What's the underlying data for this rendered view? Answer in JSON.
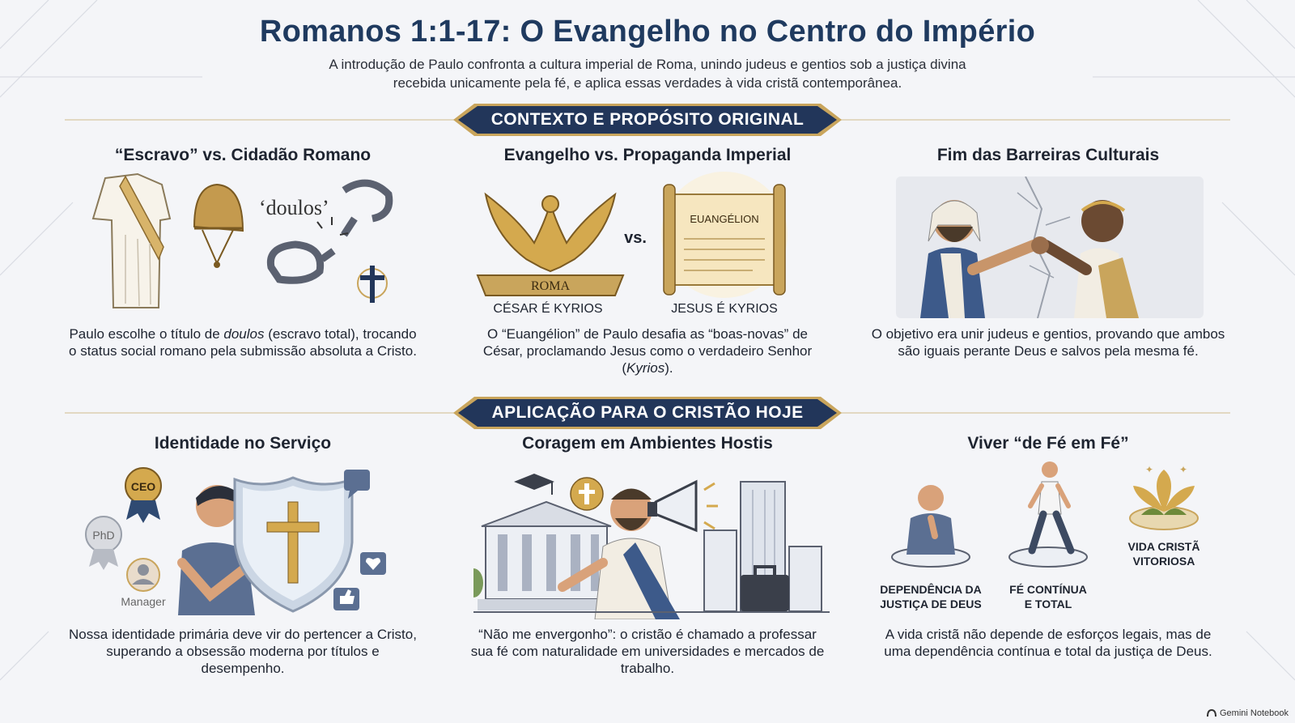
{
  "header": {
    "title": "Romanos 1:1-17: O Evangelho no Centro do Império",
    "subtitle_line1": "A introdução de Paulo confronta a cultura imperial de Roma, unindo judeus e gentios sob a justiça divina",
    "subtitle_line2": "recebida unicamente pela fé, e aplica essas verdades à vida cristã contemporânea."
  },
  "sections": {
    "context": "CONTEXTO E PROPÓSITO ORIGINAL",
    "application": "APLICAÇÃO PARA O CRISTÃO HOJE"
  },
  "context_cols": [
    {
      "title": "“Escravo” vs. Cidadão Romano",
      "word": "‘doulos’",
      "desc_pre": "Paulo escolhe o título de ",
      "desc_em": "doulos",
      "desc_post": " (escravo total), trocando o status social romano pela submissão absoluta a Cristo.",
      "icons": [
        "toga-icon",
        "cap-icon",
        "broken-chains-icon",
        "cross-icon"
      ]
    },
    {
      "title": "Evangelho vs. Propaganda Imperial",
      "eagle_label": "ROMA",
      "vs": "vs.",
      "scroll_label": "EUANGÉLION",
      "left_caption": "CÉSAR É KYRIOS",
      "right_caption": "JESUS É KYRIOS",
      "desc_pre": "O “Euangélion” de Paulo desafia as “boas-novas” de César, proclamando Jesus como o verdadeiro Senhor (",
      "desc_em": "Kyrios",
      "desc_post": ").",
      "icons": [
        "eagle-icon",
        "scroll-icon"
      ]
    },
    {
      "title": "Fim das Barreiras Culturais",
      "desc": "O objetivo era unir judeus e gentios, provando que ambos são iguais perante Deus e salvos pela mesma fé.",
      "icons": [
        "handshake-icon"
      ]
    }
  ],
  "application_cols": [
    {
      "title": "Identidade no Serviço",
      "badge_ceo": "CEO",
      "badge_phd": "PhD",
      "badge_manager": "Manager",
      "desc": "Nossa identidade primária deve vir do pertencer a Cristo, superando a obsessão moderna por títulos e desempenho.",
      "icons": [
        "person-icon",
        "shield-cross-icon",
        "heart-icon",
        "like-icon"
      ]
    },
    {
      "title": "Coragem em Ambientes Hostis",
      "desc": "“Não me envergonho”: o cristão é chamado a professar sua fé com naturalidade em universidades e mercados de trabalho.",
      "icons": [
        "university-icon",
        "megaphone-icon",
        "skyscraper-icon",
        "briefcase-icon"
      ]
    },
    {
      "title": "Viver “de Fé em Fé”",
      "step1": [
        "DEPENDÊNCIA DA",
        "JUSTIÇA DE DEUS"
      ],
      "step2": [
        "FÉ CONTÍNUA",
        "E TOTAL"
      ],
      "step3": [
        "VIDA CRISTÃ",
        "VITORIOSA"
      ],
      "desc": "A vida cristã não depende de esforços legais, mas de uma dependência contínua e total da justiça de Deus.",
      "icons": [
        "praying-person-icon",
        "walking-person-icon",
        "plant-icon"
      ]
    }
  ],
  "footer": {
    "brand": "Gemini Notebook"
  },
  "colors": {
    "navy": "#1f3a5f",
    "gold": "#c9a55c",
    "banner": "#22365a"
  }
}
